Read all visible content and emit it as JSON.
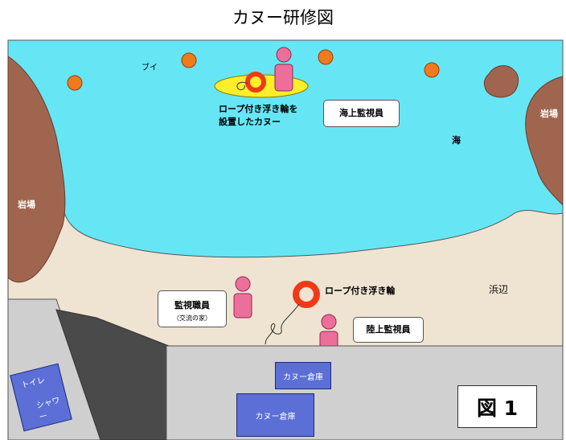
{
  "title": "カヌー研修図",
  "labels": {
    "buoy": "ブイ",
    "canoe_line1": "ロープ付き浮き輪を",
    "canoe_line2": "設置したカヌー",
    "sea_watcher": "海上監視員",
    "sea": "海",
    "rocks_left": "岩場",
    "rocks_right": "岩場",
    "staff_line1": "監視職員",
    "staff_line2": "（交流の家）",
    "float_ring": "ロープ付き浮き輪",
    "beach": "浜辺",
    "land_watcher": "陸上監視員",
    "canoe_storage_1": "カヌー倉庫",
    "canoe_storage_2": "カヌー倉庫",
    "toilet": "トイレ",
    "shower": "シャワー",
    "figure": "図 1"
  },
  "colors": {
    "sea": "#66e6f5",
    "beach": "#efe3d2",
    "rocks": "#a0654e",
    "buoy": "#f07a1e",
    "person": "#ee6e9b",
    "canoe": "#ffef2a",
    "ring": "#f03a17",
    "building": "#d0d0d0",
    "storage": "#5b6fd6"
  }
}
